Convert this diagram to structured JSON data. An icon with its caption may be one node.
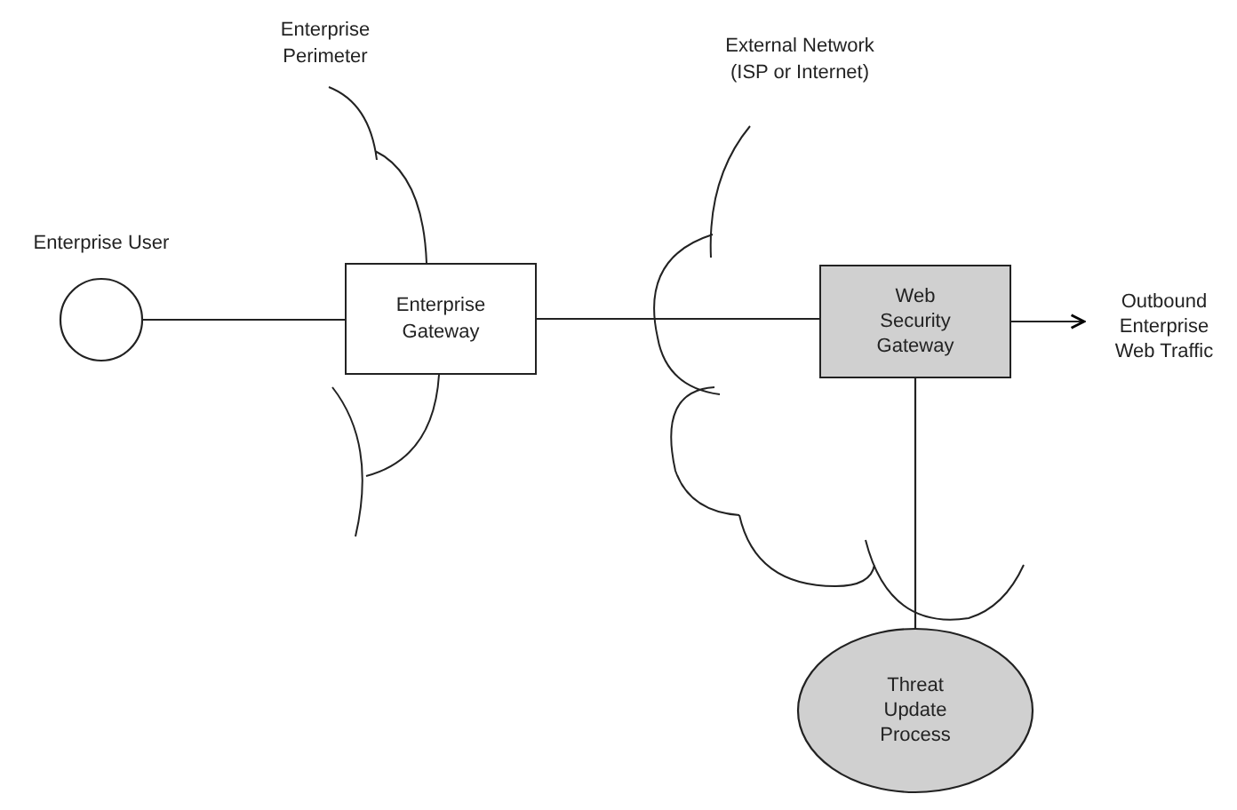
{
  "diagram": {
    "nodes": [
      {
        "text": [],
        "shape": "circle",
        "beside": [
          "Enterprise User"
        ]
      },
      {
        "text": [
          "Enterprise Gateway"
        ]
      },
      {
        "text": [
          "Web Security Gateway"
        ]
      },
      {
        "text": [
          "Outbound Enterprise Web Traffic"
        ]
      },
      {
        "text": [
          "Threat Update Process"
        ]
      }
    ],
    "edges": [
      {
        "from": 0,
        "to": 1,
        "arrow": "none"
      },
      {
        "from": 1,
        "to": 2,
        "arrow": "none"
      },
      {
        "from": 2,
        "to": 3,
        "arrow": "to"
      },
      {
        "from": 2,
        "to": 4,
        "arrow": "none"
      }
    ],
    "labels": [
      "Enterprise Perimeter",
      "External Network (ISP or Internet)"
    ]
  }
}
